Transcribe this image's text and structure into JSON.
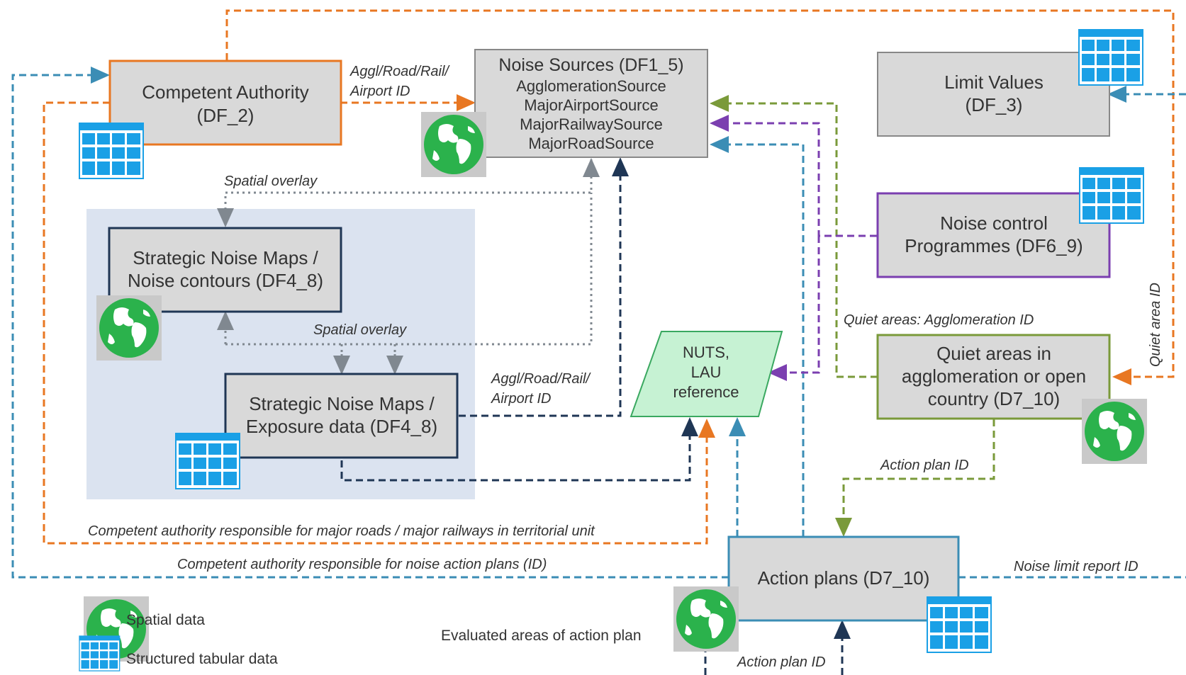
{
  "nodes": {
    "competent_authority": {
      "lines": [
        "Competent Authority",
        "(DF_2)"
      ]
    },
    "noise_sources": {
      "lines": [
        "Noise Sources (DF1_5)",
        "AgglomerationSource",
        "MajorAirportSource",
        "MajorRailwaySource",
        "MajorRoadSource"
      ]
    },
    "limit_values": {
      "lines": [
        "Limit Values",
        "(DF_3)"
      ]
    },
    "noise_control": {
      "lines": [
        "Noise control",
        "Programmes  (DF6_9)"
      ]
    },
    "snm_contours": {
      "lines": [
        "Strategic Noise Maps /",
        "Noise contours (DF4_8)"
      ]
    },
    "snm_exposure": {
      "lines": [
        "Strategic Noise Maps /",
        "Exposure data (DF4_8)"
      ]
    },
    "nuts_lau": {
      "lines": [
        "NUTS,",
        "LAU",
        "reference"
      ]
    },
    "quiet_areas": {
      "lines": [
        "Quiet areas in",
        "agglomeration or open",
        "country (D7_10)"
      ]
    },
    "action_plans": {
      "lines": [
        "Action plans (D7_10)"
      ]
    }
  },
  "edge_labels": {
    "aggl_id_top": [
      "Aggl/Road/Rail/",
      "Airport ID"
    ],
    "aggl_id_mid": [
      "Aggl/Road/Rail/",
      "Airport ID"
    ],
    "spatial_overlay_1": "Spatial overlay",
    "spatial_overlay_2": "Spatial overlay",
    "quiet_aggl_id": "Quiet areas: Agglomeration  ID",
    "quiet_area_id": "Quiet area ID",
    "action_plan_id_1": "Action plan ID",
    "action_plan_id_2": "Action plan ID",
    "ca_roads": "Competent authority responsible for major roads / major railways in territorial unit",
    "ca_action": "Competent authority responsible for noise action plans (ID)",
    "noise_limit": "Noise limit report ID",
    "evaluated": "Evaluated areas of action plan"
  },
  "legend": {
    "spatial": "Spatial data",
    "tabular": "Structured tabular data"
  },
  "colors": {
    "orange": "#e87722",
    "teal": "#3b8db5",
    "navy": "#1f3655",
    "green": "#7a9a3a",
    "purple": "#7b3fb0",
    "gray_dotted": "#808890",
    "box_fill": "#d9d9d9",
    "panel_fill": "#dbe3f0",
    "nuts_fill": "#c6f2d3",
    "nuts_stroke": "#3aa860",
    "grid_blue": "#1aa0e6",
    "globe_green": "#2bb24c"
  }
}
